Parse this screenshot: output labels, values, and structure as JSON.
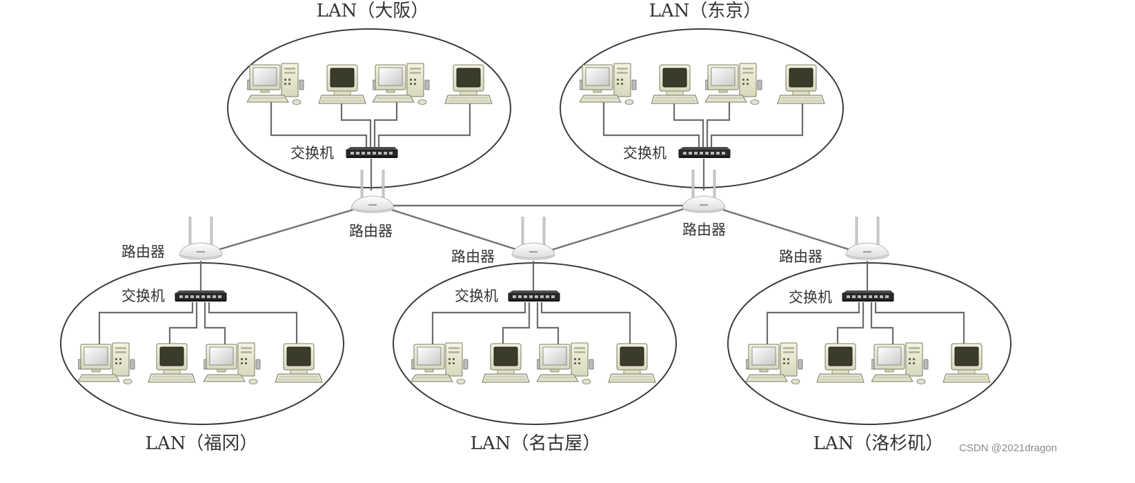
{
  "labels": {
    "switch": "交换机",
    "router": "路由器"
  },
  "lans": [
    {
      "id": "osaka",
      "title": "LAN（大阪）"
    },
    {
      "id": "tokyo",
      "title": "LAN（东京）"
    },
    {
      "id": "fukuoka",
      "title": "LAN（福冈）"
    },
    {
      "id": "nagoya",
      "title": "LAN（名古屋）"
    },
    {
      "id": "la",
      "title": "LAN（洛杉矶）"
    }
  ],
  "watermark": "CSDN @2021dragon",
  "icons": {
    "pc": "desktop-computer-icon",
    "terminal": "crt-terminal-icon",
    "switch": "network-switch-icon",
    "router": "wireless-router-icon"
  },
  "colors": {
    "line": "#707070",
    "ellipse_stroke": "#3a3a3a",
    "pc_body": "#eeeed6",
    "terminal_screen": "#3b3b2a",
    "switch_body": "#2a2a2a",
    "router_body": "#f4f4f4"
  }
}
